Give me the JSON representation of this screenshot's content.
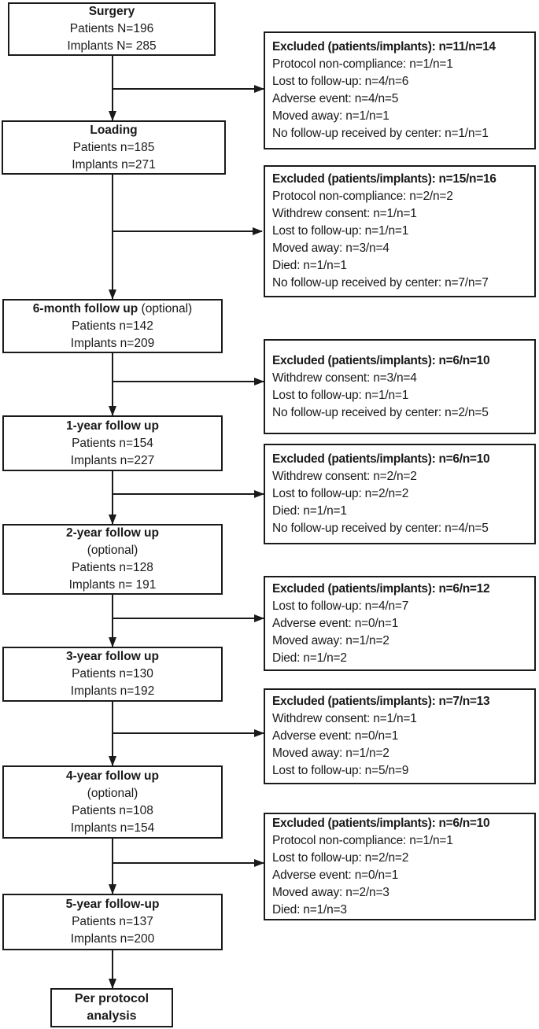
{
  "flow": [
    {
      "title": "Surgery",
      "patients": "Patients N=196",
      "implants": "Implants N= 285"
    },
    {
      "title": "Loading",
      "patients": "Patients n=185",
      "implants": "Implants n=271"
    },
    {
      "title": "6-month follow up",
      "optional": " (optional)",
      "patients": "Patients n=142",
      "implants": "Implants n=209"
    },
    {
      "title": "1-year follow up",
      "patients": "Patients n=154",
      "implants": "Implants n=227"
    },
    {
      "title": "2-year follow up",
      "optional": "(optional)",
      "patients": "Patients n=128",
      "implants": "Implants n= 191"
    },
    {
      "title": "3-year follow up",
      "patients": "Patients n=130",
      "implants": "Implants n=192"
    },
    {
      "title": "4-year follow up",
      "optional": "(optional)",
      "patients": "Patients n=108",
      "implants": "Implants n=154"
    },
    {
      "title": "5-year follow-up",
      "patients": "Patients n=137",
      "implants": "Implants n=200"
    },
    {
      "title": "Per protocol analysis"
    }
  ],
  "exclusions": [
    {
      "header": "Excluded (patients/implants): n=11/n=14",
      "items": [
        "Protocol non-compliance: n=1/n=1",
        "Lost to follow-up: n=4/n=6",
        "Adverse event: n=4/n=5",
        "Moved away: n=1/n=1",
        "No follow-up received by center: n=1/n=1"
      ]
    },
    {
      "header": "Excluded (patients/implants): n=15/n=16",
      "items": [
        "Protocol non-compliance: n=2/n=2",
        "Withdrew consent: n=1/n=1",
        "Lost to follow-up: n=1/n=1",
        "Moved away: n=3/n=4",
        "Died: n=1/n=1",
        "No follow-up received by center: n=7/n=7"
      ]
    },
    {
      "header": "Excluded (patients/implants): n=6/n=10",
      "items": [
        "Withdrew consent: n=3/n=4",
        "Lost to follow-up: n=1/n=1",
        "No follow-up received by center: n=2/n=5"
      ]
    },
    {
      "header": "Excluded (patients/implants): n=6/n=10",
      "items": [
        "Withdrew consent: n=2/n=2",
        "Lost to follow-up: n=2/n=2",
        "Died: n=1/n=1",
        "No follow-up received by center: n=4/n=5"
      ]
    },
    {
      "header": "Excluded (patients/implants): n=6/n=12",
      "items": [
        "Lost to follow-up: n=4/n=7",
        "Adverse event: n=0/n=1",
        "Moved away: n=1/n=2",
        "Died: n=1/n=2"
      ]
    },
    {
      "header": "Excluded (patients/implants): n=7/n=13",
      "items": [
        "Withdrew consent: n=1/n=1",
        "Adverse event: n=0/n=1",
        "Moved away: n=1/n=2",
        "Lost to follow-up: n=5/n=9"
      ]
    },
    {
      "header": "Excluded (patients/implants): n=6/n=10",
      "items": [
        "Protocol non-compliance: n=1/n=1",
        "Lost to follow-up: n=2/n=2",
        "Adverse event: n=0/n=1",
        "Moved away: n=2/n=3",
        "Died: n=1/n=3"
      ]
    }
  ],
  "colors": {
    "line": "#1a1a1a",
    "background": "#ffffff"
  }
}
